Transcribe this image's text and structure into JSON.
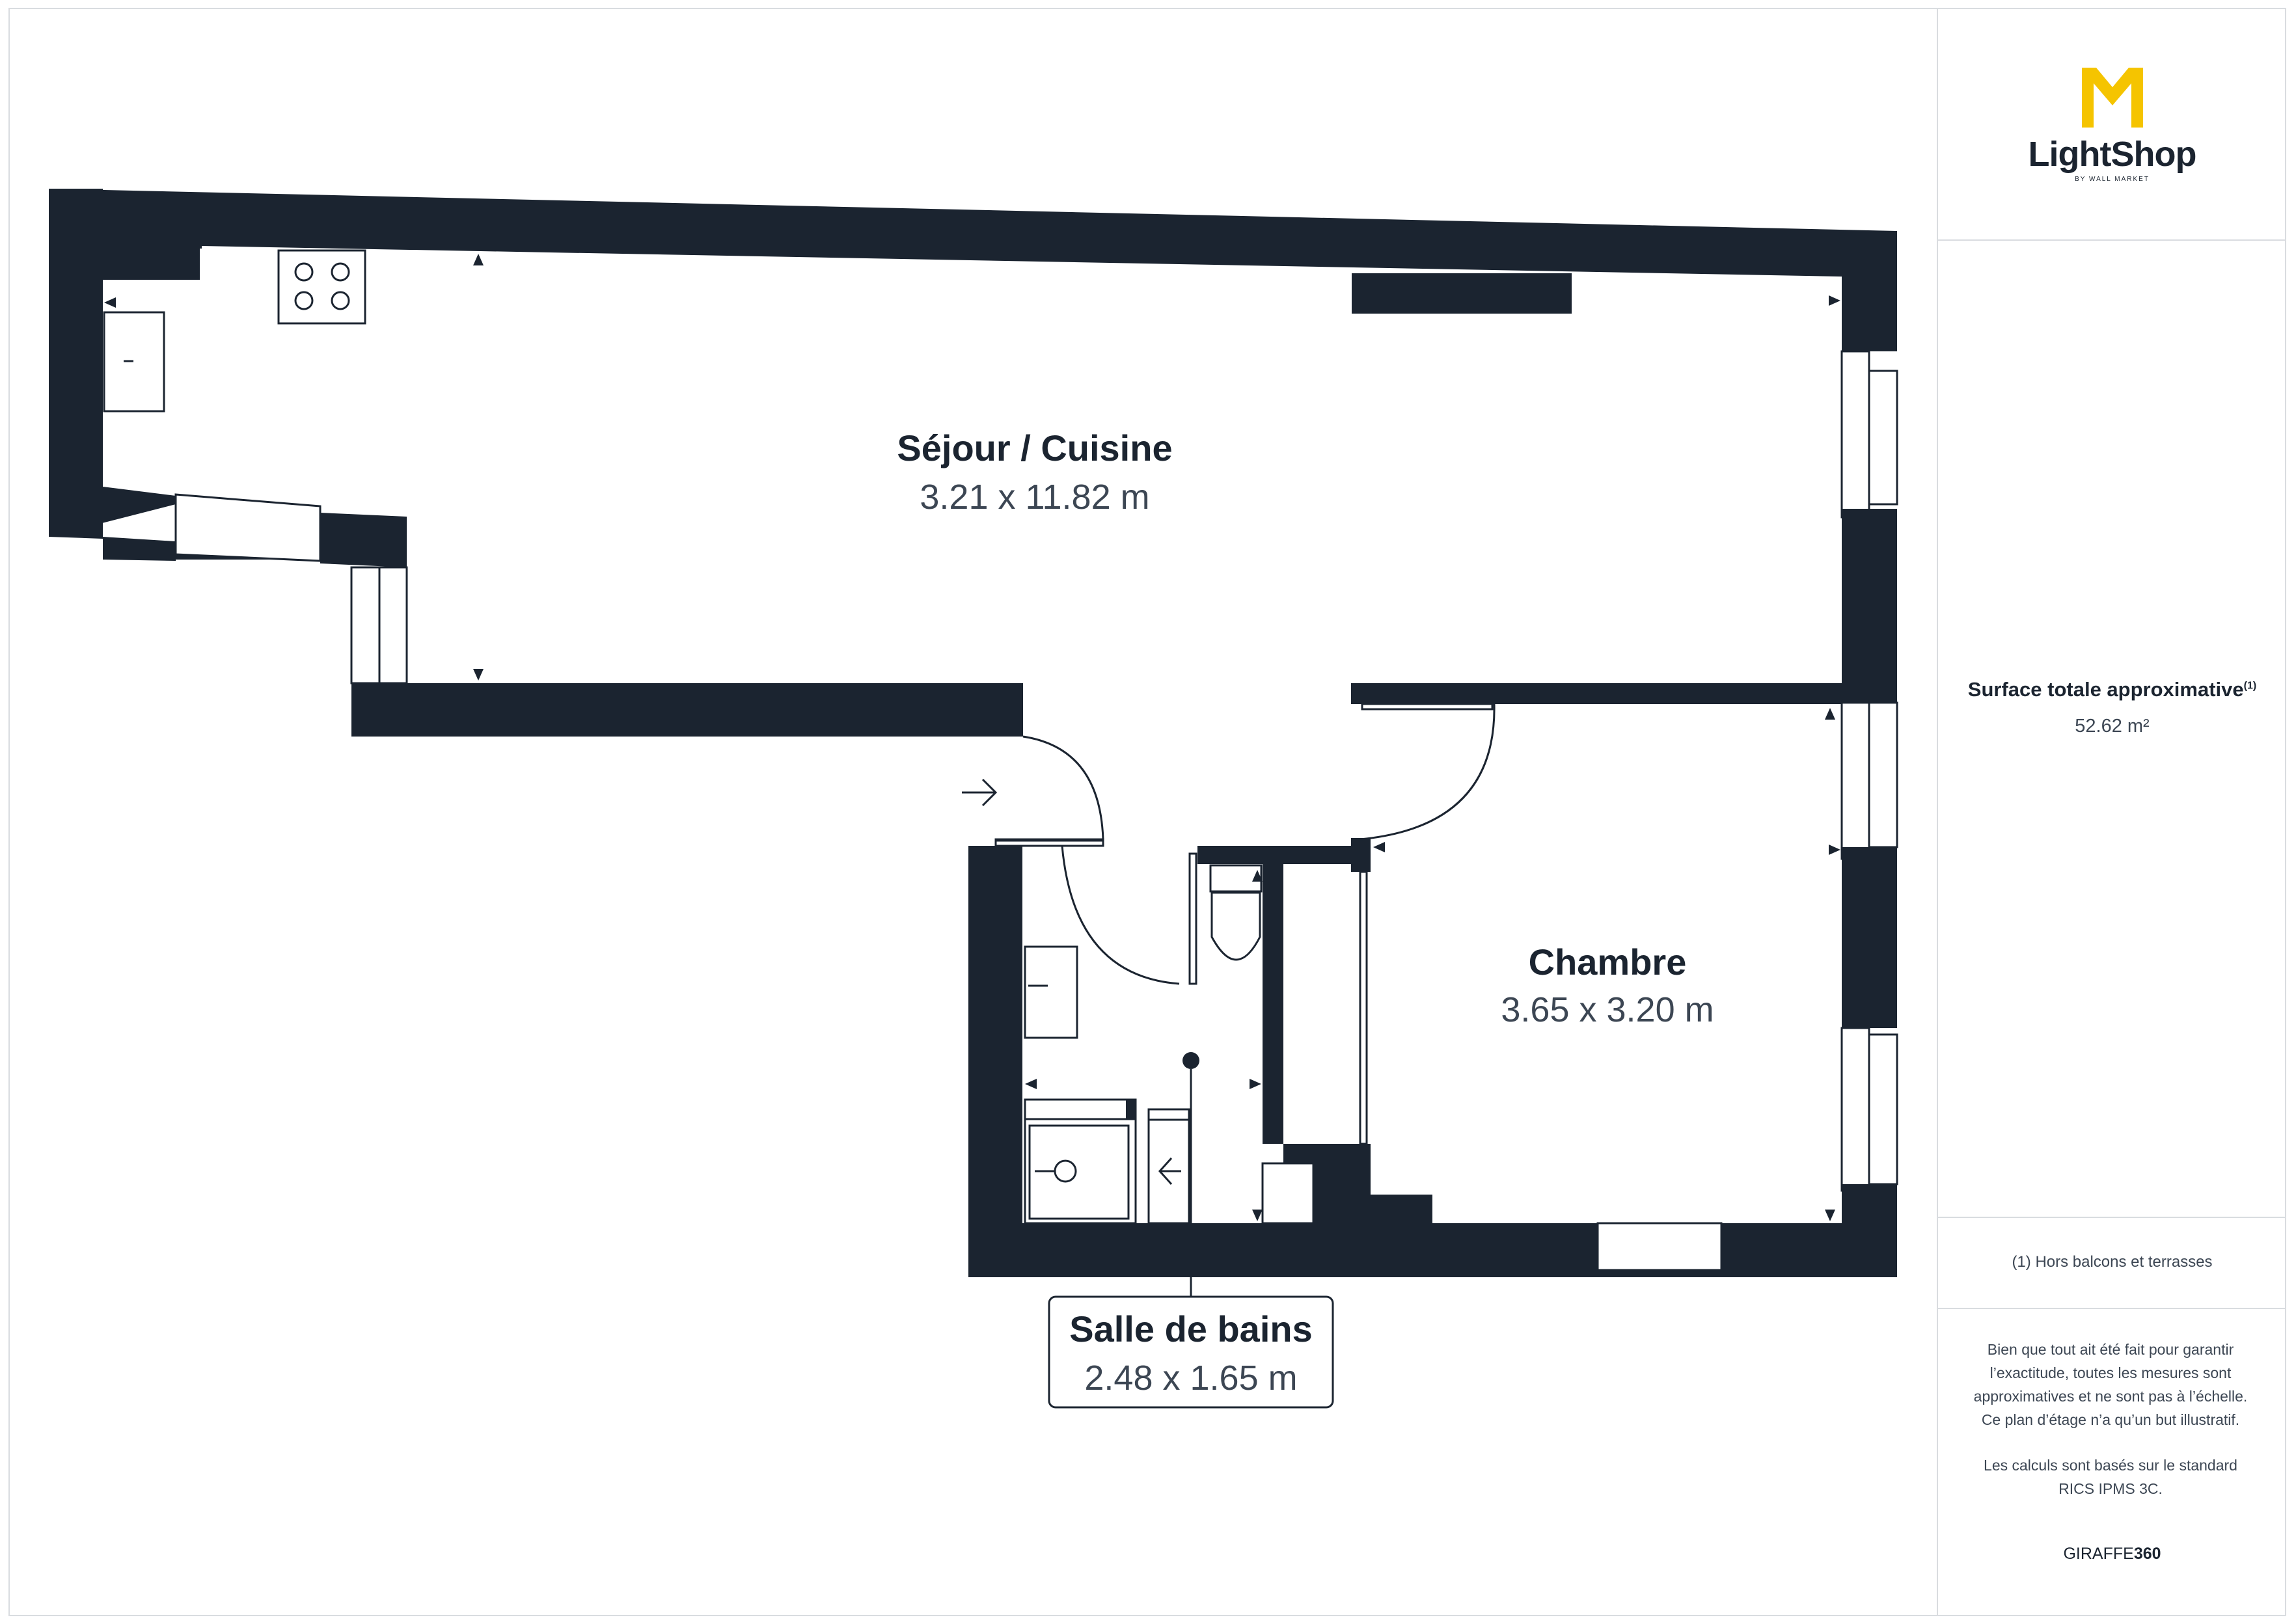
{
  "brand": {
    "name": "LightShop",
    "subtitle": "BY WALL MARKET",
    "accent_color": "#f5c400"
  },
  "rooms": [
    {
      "name": "Séjour / Cuisine",
      "dimensions": "3.21 x 11.82 m"
    },
    {
      "name": "Chambre",
      "dimensions": "3.65 x 3.20 m"
    },
    {
      "name": "Salle de bains",
      "dimensions": "2.48 x 1.65 m"
    }
  ],
  "summary": {
    "surface_label": "Surface totale approximative",
    "surface_note_marker": "(1)",
    "surface_value": "52.62 m²",
    "footnote": "(1) Hors balcons et terrasses"
  },
  "disclaimer": {
    "paragraph1": "Bien que tout ait été fait pour garantir l’exactitude, toutes les mesures sont approximatives et ne sont pas à l’échelle. Ce plan d’étage n’a qu’un but illustratif.",
    "paragraph2": "Les calculs sont basés sur le standard RICS IPMS 3C."
  },
  "credit": {
    "prefix": "GIRAFFE",
    "suffix": "360"
  },
  "colors": {
    "wall": "#1b2430",
    "border": "#d9dce0",
    "text_secondary": "#3c4653"
  }
}
